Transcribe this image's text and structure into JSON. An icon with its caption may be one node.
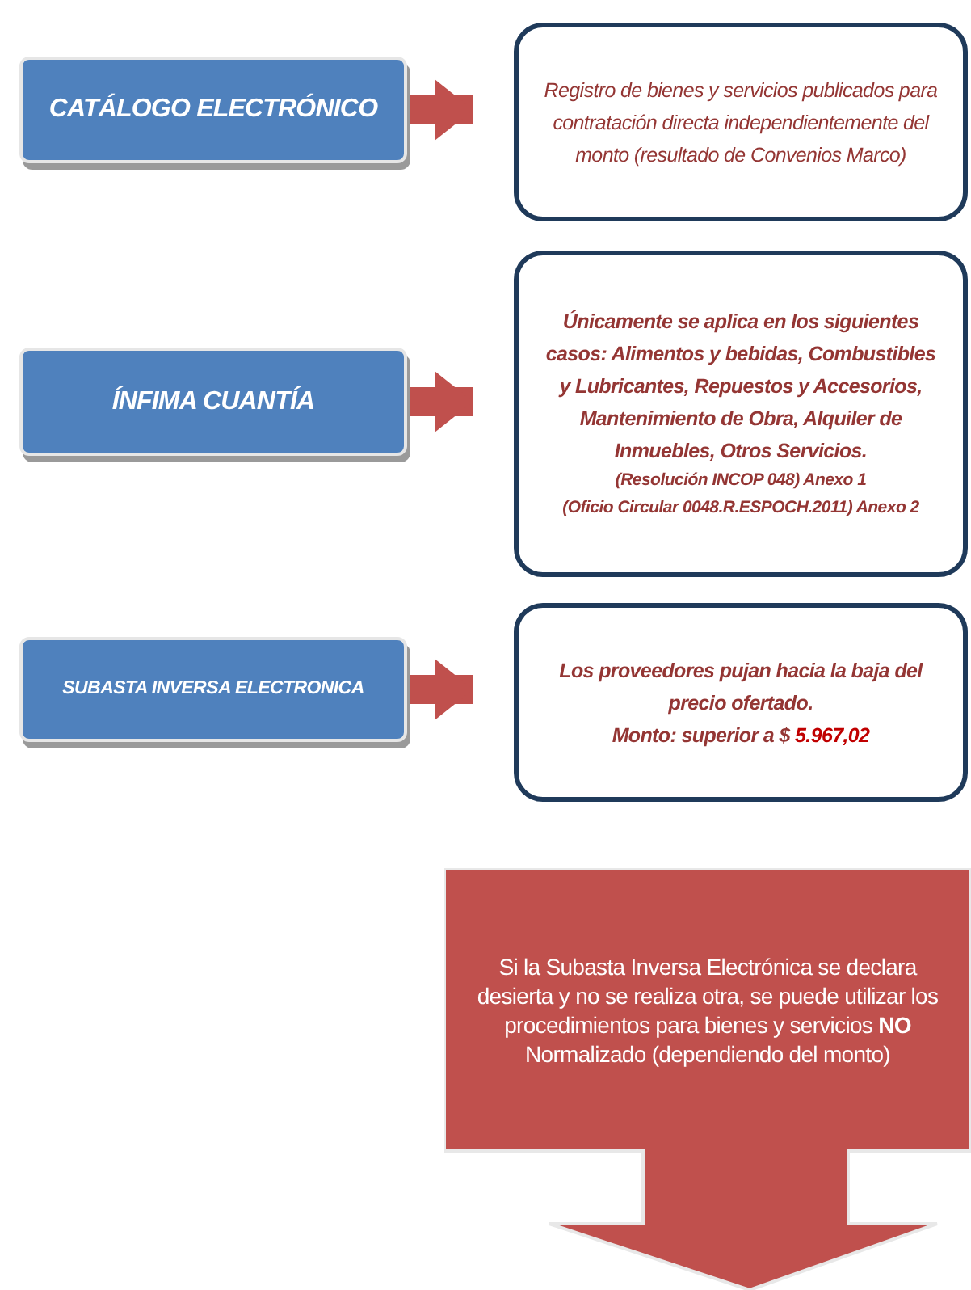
{
  "diagram": {
    "nodes": [
      {
        "text": [
          "CATÁLOGO ELECTRÓNICO"
        ]
      },
      {
        "text": [
          "Registro de bienes y servicios publicados para contratación directa independientemente del monto (resultado de Convenios Marco)"
        ]
      },
      {
        "text": [
          "ÍNFIMA CUANTÍA"
        ]
      },
      {
        "text": [
          "Únicamente se aplica en los siguientes casos: Alimentos y bebidas, Combustibles y Lubricantes, Repuestos y Accesorios, Mantenimiento de Obra, Alquiler de Inmuebles, Otros Servicios.",
          "(Resolución INCOP 048) Anexo 1",
          "(Oficio Circular 0048.R.ESPOCH.2011) Anexo 2"
        ]
      },
      {
        "text": [
          "SUBASTA INVERSA ELECTRONICA"
        ]
      },
      {
        "text": [
          "Los proveedores pujan hacia la baja del precio ofertado.",
          "Monto: superior a $ **5.967,02**"
        ]
      },
      {
        "text": [
          "Si  la Subasta Inversa Electrónica se declara desierta y no se realiza otra, se puede utilizar los procedimientos para bienes y servicios **NO** Normalizado (dependiendo del monto)"
        ]
      }
    ],
    "edges": [
      {
        "from": 0,
        "to": 1,
        "arrow": "to"
      },
      {
        "from": 2,
        "to": 3,
        "arrow": "to"
      },
      {
        "from": 4,
        "to": 5,
        "arrow": "to"
      }
    ]
  }
}
